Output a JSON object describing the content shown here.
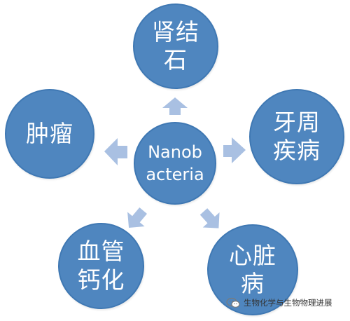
{
  "diagram": {
    "center": {
      "line1": "Nanob",
      "line2": "acteria"
    },
    "nodes": {
      "top": {
        "line1": "肾结",
        "line2": "石"
      },
      "right": {
        "line1": "牙周",
        "line2": "疾病"
      },
      "bottom_right": {
        "line1": "心脏",
        "line2": "病"
      },
      "bottom_left": {
        "line1": "血管",
        "line2": "钙化"
      },
      "left": {
        "line1": "肿瘤",
        "line2": ""
      }
    }
  },
  "watermark": {
    "text": "生物化学与生物物理进展",
    "icon": "wechat-icon"
  },
  "colors": {
    "circle_fill": "#4f86bf",
    "circle_border": "#3f78b3",
    "arrow_fill": "#a9c0e2",
    "text": "#ffffff"
  }
}
